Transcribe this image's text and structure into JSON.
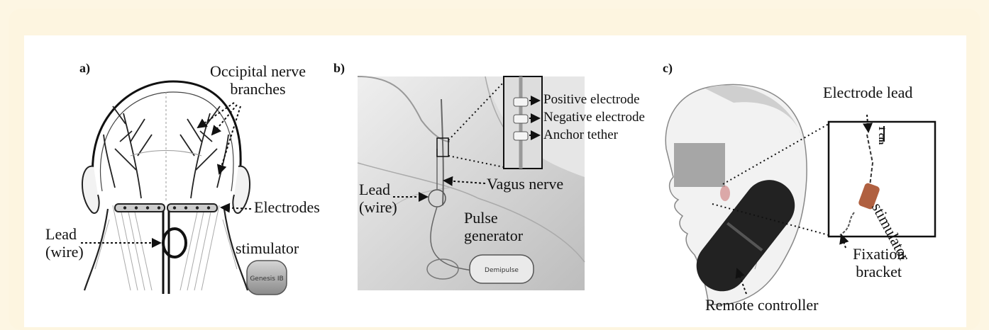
{
  "panels": {
    "a": {
      "label": "a)",
      "occipital": "Occipital nerve\nbranches",
      "electrodes": "Electrodes",
      "lead": "Lead\n(wire)",
      "stimulator": "stimulator",
      "device_text": "Genesis IB"
    },
    "b": {
      "label": "b)",
      "positive": "Positive electrode",
      "negative": "Negative electrode",
      "anchor": "Anchor tether",
      "vagus": "Vagus nerve",
      "lead": "Lead\n(wire)",
      "pulse": "Pulse\ngenerator",
      "device_text": "Demipulse"
    },
    "c": {
      "label": "c)",
      "electrode_lead": "Electrode lead",
      "scale": "1 cm",
      "stimulator": "stimulator",
      "fixation": "Fixation\nbracket",
      "remote": "Remote controller"
    }
  },
  "colors": {
    "page_bg": "#fdf6e3",
    "figure_bg": "#ffffff",
    "face_block": "#a6a6a6",
    "remote": "#222222"
  }
}
